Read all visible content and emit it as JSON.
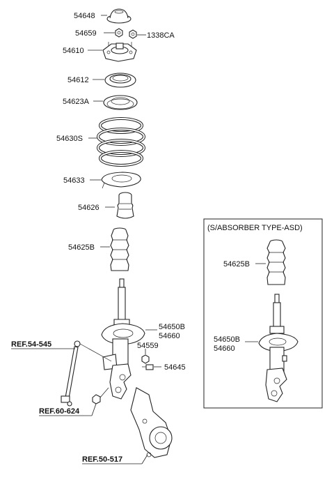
{
  "parts": {
    "p54648": "54648",
    "p54659": "54659",
    "p1338CA": "1338CA",
    "p54610": "54610",
    "p54612": "54612",
    "p54623A": "54623A",
    "p54630S": "54630S",
    "p54633": "54633",
    "p54626": "54626",
    "p54625B": "54625B",
    "p54650B": "54650B",
    "p54660": "54660",
    "p54559": "54559",
    "p54645": "54645"
  },
  "refs": {
    "ref_54_545": "REF.54-545",
    "ref_60_624": "REF.60-624",
    "ref_50_517": "REF.50-517"
  },
  "inset": {
    "title": "(S/ABSORBER TYPE-ASD)",
    "p54625B": "54625B",
    "p54650B": "54650B",
    "p54660": "54660"
  }
}
